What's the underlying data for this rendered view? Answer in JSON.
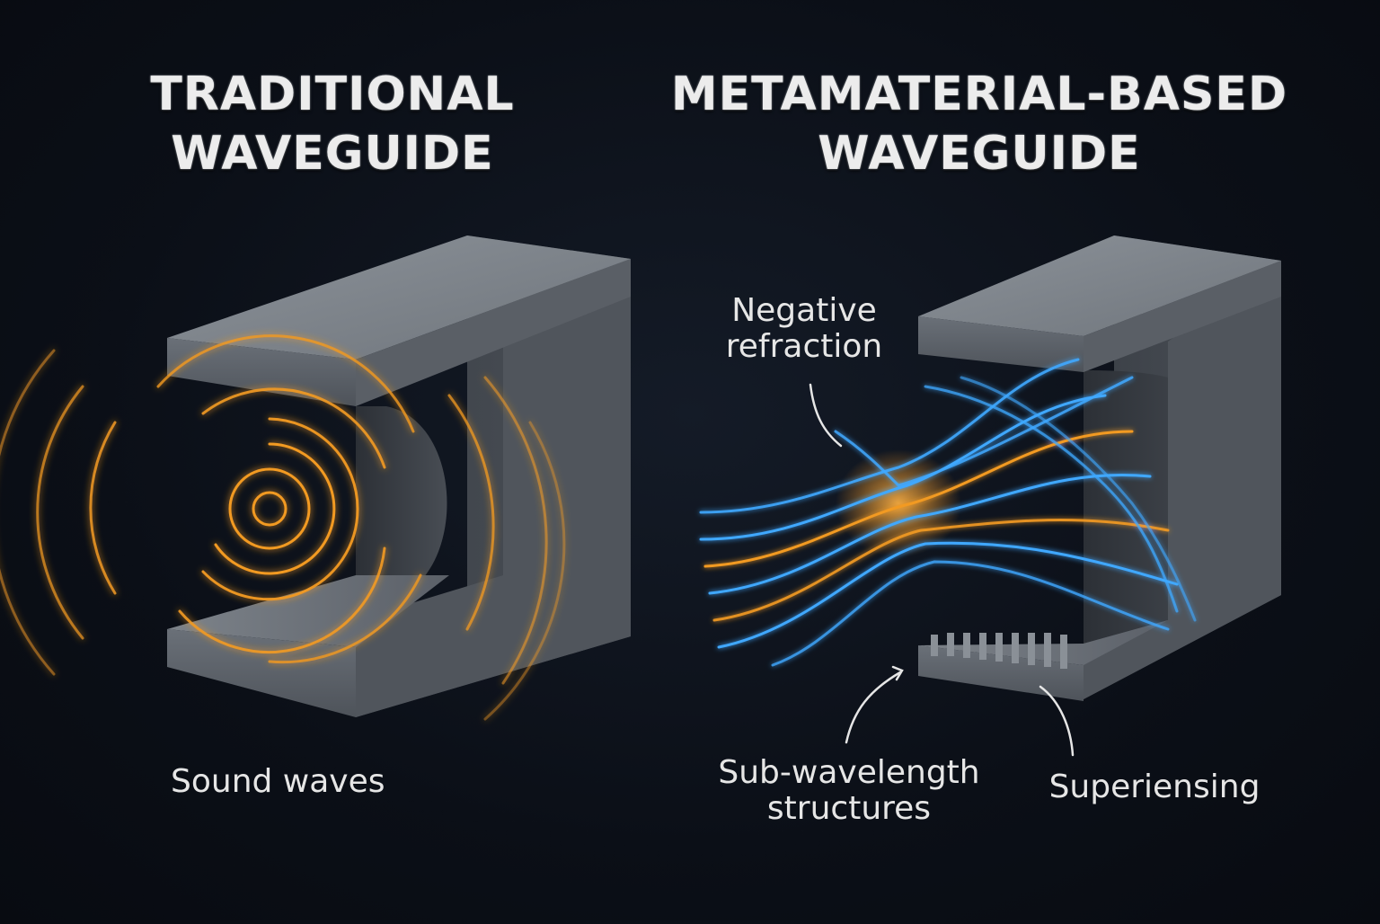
{
  "titles": {
    "left": {
      "line1": "TRADITIONAL",
      "line2": "WAVEGUIDE"
    },
    "right": {
      "line1": "METAMATERIAL-BASED",
      "line2": "WAVEGUIDE"
    }
  },
  "labels": {
    "sound_waves": "Sound waves",
    "negative_refraction": {
      "line1": "Negative",
      "line2": "refraction"
    },
    "sub_wavelength": {
      "line1": "Sub-wavelength",
      "line2": "structures"
    },
    "superlensing": "Superiensing"
  },
  "colors": {
    "background": "#0b0f17",
    "waveguide": "#5f656d",
    "traditional_wave": "#f29a22",
    "meta_wave_blue": "#3fa8ff",
    "meta_wave_orange": "#f29a22",
    "text": "#e6e6e6"
  },
  "icons": [
    "waveguide-block",
    "sound-wave-rings",
    "wave-flow-lines",
    "pointer-arrow",
    "sub-wavelength-comb"
  ]
}
